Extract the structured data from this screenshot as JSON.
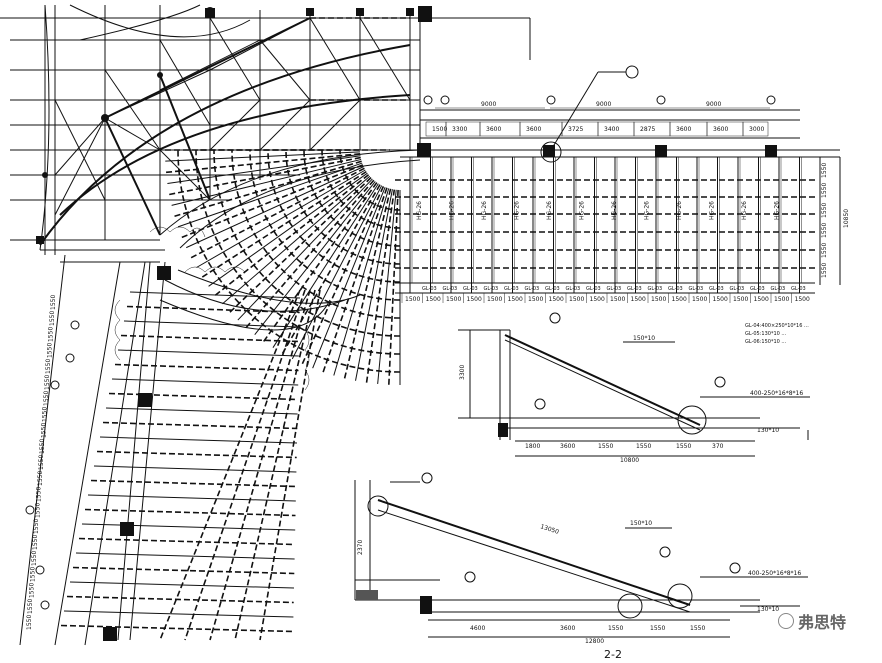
{
  "plan": {
    "top_dims": [
      "9000",
      "9000",
      "9000"
    ],
    "sub_dims": [
      "1500",
      "3300",
      "3600",
      "3600",
      "3725",
      "3400",
      "2875",
      "3600",
      "3600",
      "3000"
    ],
    "right_dims": [
      "1550",
      "1550",
      "1550",
      "1550",
      "1550",
      "1550"
    ],
    "right_total": "10850",
    "bottom_dims": [
      "1500",
      "1500",
      "1500",
      "1500",
      "1500",
      "1500",
      "1500",
      "1500",
      "1500",
      "1500",
      "1500",
      "1500",
      "1500",
      "1500",
      "1500",
      "1500",
      "1500",
      "1500",
      "1500",
      "1500"
    ],
    "beam_labels_horizontal": [
      "GL-03",
      "GL-03",
      "GL-03",
      "GL-03",
      "GL-03",
      "GL-03",
      "GL-03",
      "GL-03",
      "GL-03",
      "GL-03",
      "GL-03",
      "GL-03",
      "GL-03",
      "GL-03",
      "GL-03",
      "GL-03",
      "GL-03",
      "GL-03",
      "GL-03"
    ],
    "beam_labels_vertical": [
      "HG-26",
      "HG-26",
      "HG-26",
      "HG-26",
      "HG-26",
      "HG-26",
      "HG-26",
      "HG-26",
      "HG-26",
      "HG-26",
      "HG-26",
      "HG-26"
    ],
    "left_dims": [
      "1550",
      "1550",
      "1550",
      "1550",
      "1550",
      "1550",
      "1550",
      "1550",
      "1550",
      "1550",
      "1550",
      "1550",
      "1550",
      "1550",
      "1550",
      "1550",
      "1550",
      "1550",
      "1550",
      "1550",
      "1550"
    ]
  },
  "legend_notes": [
    "GL-04:400×250*10*16 ...",
    "GL-05:130*10 ...",
    "GL-06:150*10 ..."
  ],
  "section1": {
    "labels": [
      "150*10",
      "400-250*16*8*16",
      "130*10"
    ],
    "dims": [
      "1800",
      "3600",
      "1550",
      "1550",
      "1550",
      "370"
    ],
    "total": "10800",
    "left": "3300"
  },
  "section2": {
    "labels": [
      "150*10",
      "400-250*16*8*16",
      "130*10"
    ],
    "dims": [
      "4600",
      "3600",
      "1550",
      "1550",
      "1550"
    ],
    "total": "12800",
    "left": "2370",
    "slope": "13050"
  },
  "section_title": "2-2",
  "watermark": "弗思特"
}
